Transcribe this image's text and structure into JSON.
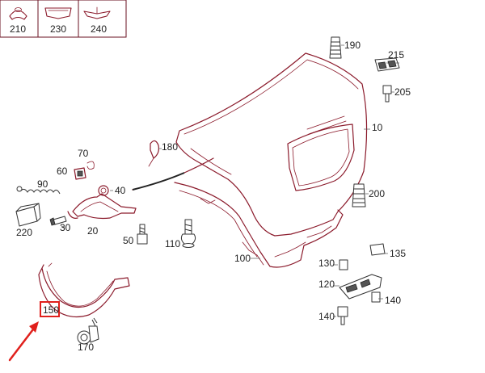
{
  "header_thumbnails": [
    {
      "label": "210"
    },
    {
      "label": "230"
    },
    {
      "label": "240"
    }
  ],
  "callouts": {
    "c10": "10",
    "c20": "20",
    "c30": "30",
    "c40": "40",
    "c50": "50",
    "c60": "60",
    "c70": "70",
    "c90": "90",
    "c100": "100",
    "c110": "110",
    "c120": "120",
    "c130": "130",
    "c135": "135",
    "c140a": "140",
    "c140b": "140",
    "c150": "150",
    "c170": "170",
    "c180": "180",
    "c190": "190",
    "c200": "200",
    "c205": "205",
    "c215": "215",
    "c220": "220"
  },
  "colors": {
    "part_outline": "#8b1a2b",
    "hardware": "#333333",
    "highlight_box": "#e0201c",
    "pointer_arrow": "#e0201c"
  },
  "highlight": {
    "target_callout": "150",
    "pointer": "red-arrow"
  }
}
